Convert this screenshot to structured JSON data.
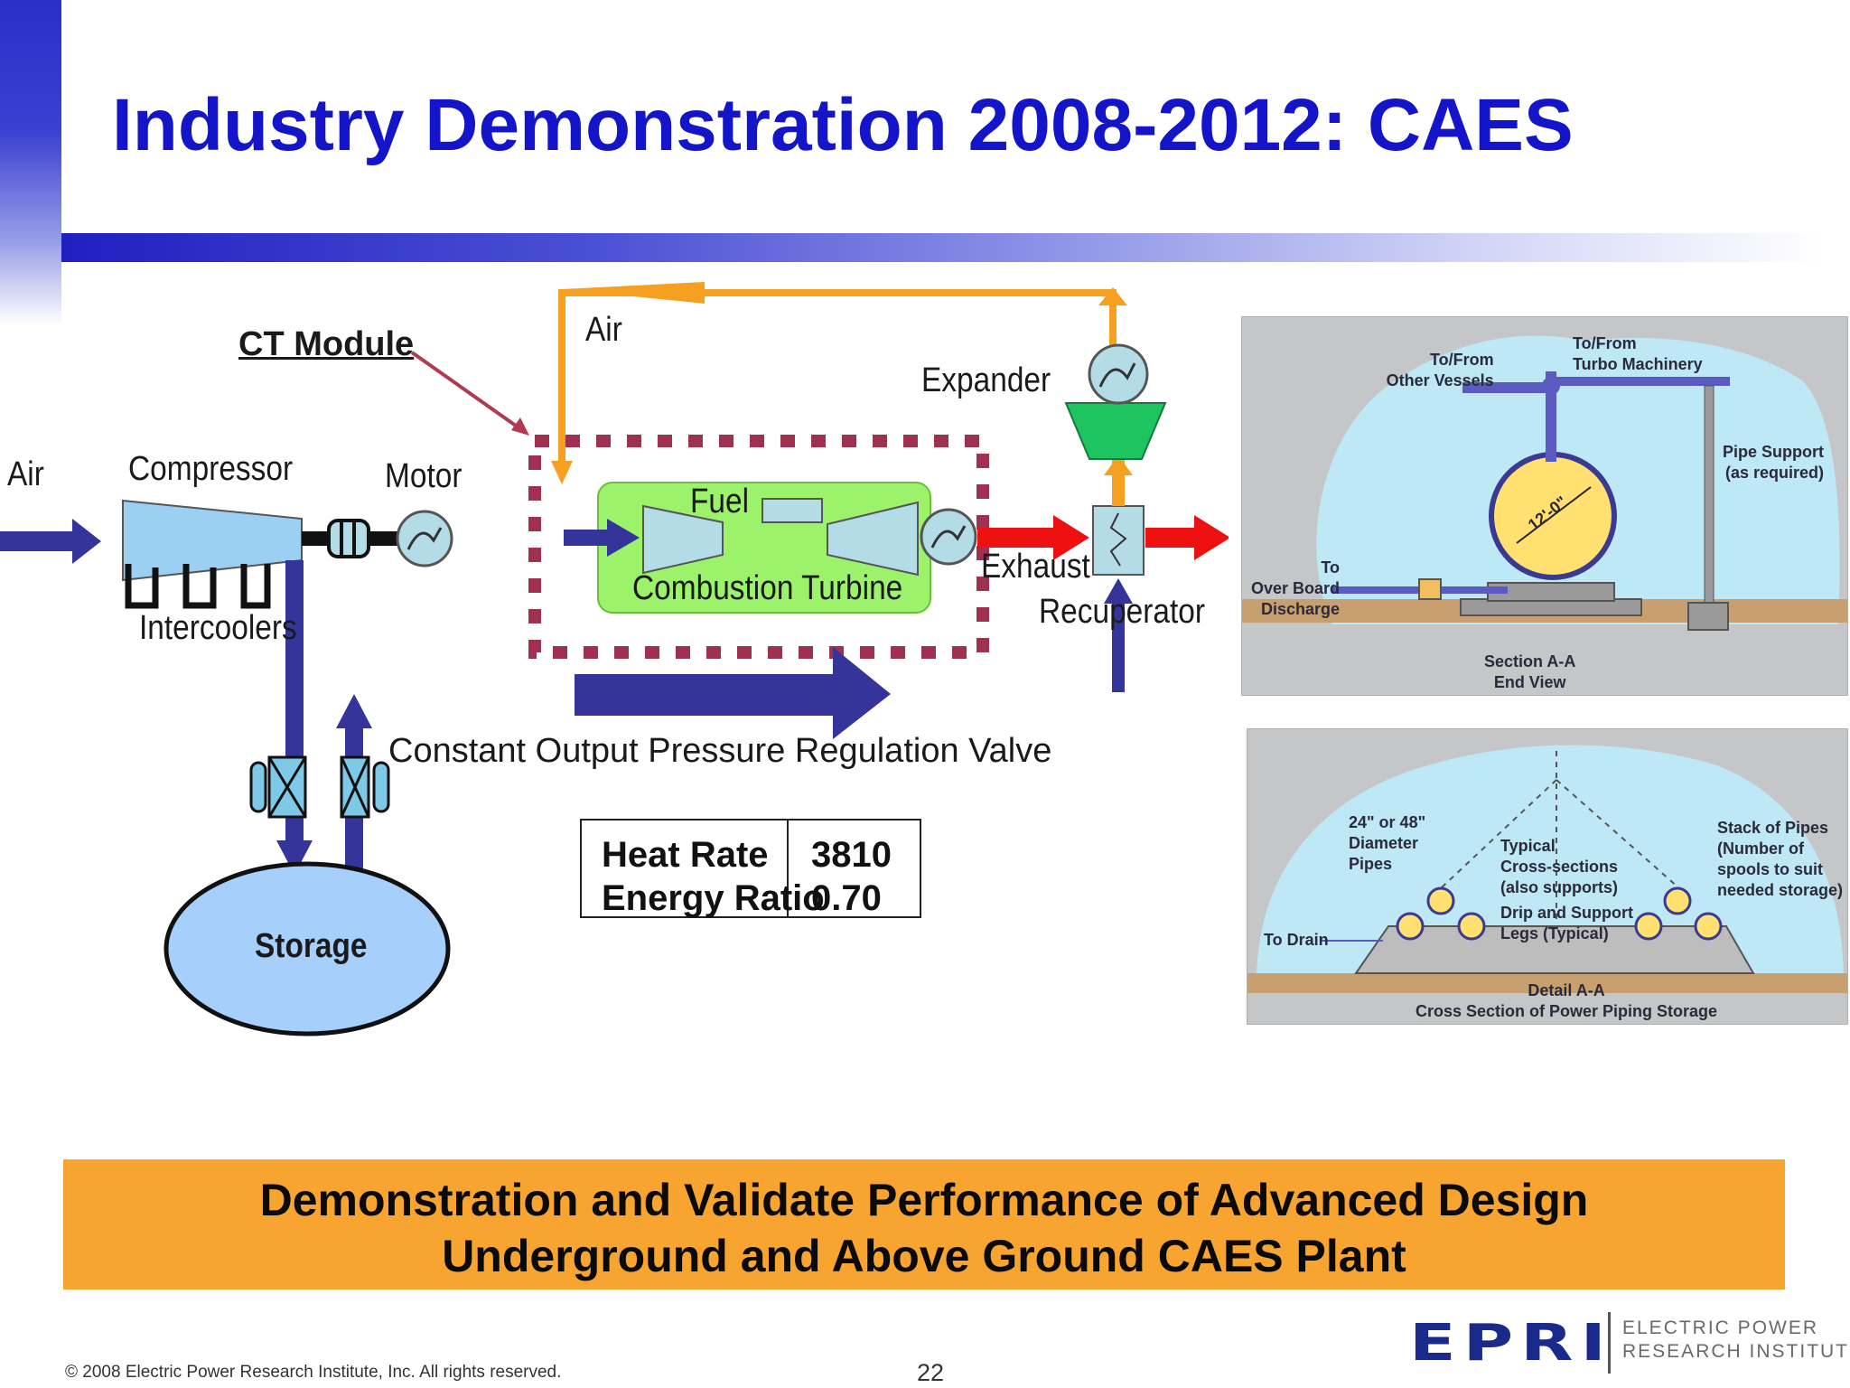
{
  "slide": {
    "title": "Industry Demonstration 2008-2012: CAES",
    "page_number": "22",
    "copyright": "© 2008 Electric Power Research Institute, Inc. All rights reserved."
  },
  "diagram": {
    "ct_module": "CT Module",
    "air_top": "Air",
    "air_left": "Air",
    "compressor": "Compressor",
    "motor": "Motor",
    "intercoolers": "Intercoolers",
    "expander": "Expander",
    "fuel": "Fuel",
    "combustion_turbine": "Combustion Turbine",
    "exhaust": "Exhaust",
    "recuperator": "Recuperator",
    "valve_caption": "Constant Output Pressure Regulation Valve",
    "storage": "Storage",
    "colors": {
      "flow_blue": "#34349a",
      "air_orange": "#f5a020",
      "exhaust_red": "#ee1111",
      "ct_green": "#9cf26a",
      "dashed_box": "#a03050",
      "storage_fill": "#a6d0fb"
    }
  },
  "metrics_table": {
    "rows": [
      {
        "label": "Heat Rate",
        "value": "3810"
      },
      {
        "label": "Energy Ratio",
        "value": "0.70"
      }
    ]
  },
  "photo_top": {
    "to_from_other_vessels": [
      "To/From",
      "Other Vessels"
    ],
    "to_from_turbo": [
      "To/From",
      "Turbo Machinery"
    ],
    "pipe_support": [
      "Pipe Support",
      "(as required)"
    ],
    "overboard": [
      "To",
      "Over Board",
      "Discharge"
    ],
    "diameter": "12'-0\"",
    "caption": [
      "Section A-A",
      "End View"
    ]
  },
  "photo_bottom": {
    "pipes_diameter": [
      "24\" or 48\"",
      "Diameter",
      "Pipes"
    ],
    "typical": [
      "Typical",
      "Cross-sections",
      "(also supports)"
    ],
    "stack": [
      "Stack of Pipes",
      "(Number of",
      "spools to suit",
      "needed storage)"
    ],
    "drip": [
      "Drip and Support",
      "Legs (Typical)"
    ],
    "to_drain": "To Drain",
    "caption": [
      "Detail A-A",
      "Cross Section of Power Piping Storage"
    ]
  },
  "banner": {
    "line1": "Demonstration and Validate Performance of Advanced Design",
    "line2": "Underground and Above Ground CAES Plant"
  },
  "logo": {
    "mark": "EPRI",
    "line1": "ELECTRIC POWER",
    "line2": "RESEARCH INSTITUTE"
  }
}
